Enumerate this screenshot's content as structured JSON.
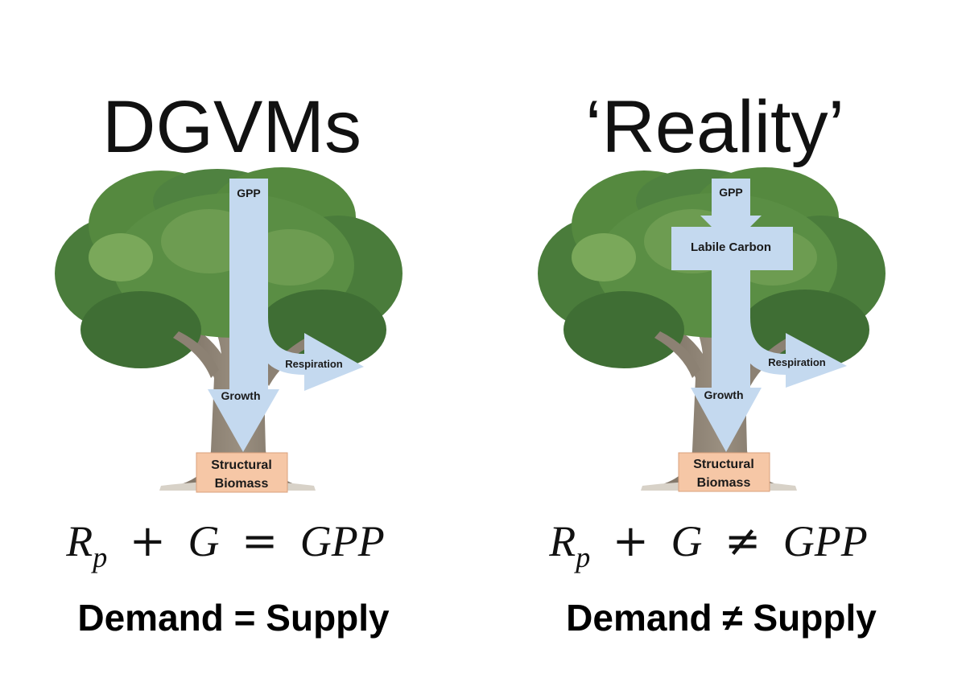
{
  "left_panel": {
    "title": "DGVMs",
    "flows": {
      "gpp": "GPP",
      "respiration": "Respiration",
      "growth": "Growth",
      "biomass_line1": "Structural",
      "biomass_line2": "Biomass"
    },
    "equation": {
      "r": "R",
      "r_sub": "p",
      "plus": "+",
      "g": "G",
      "relation": "=",
      "gpp": "GPP"
    },
    "balance_text": "Demand = Supply"
  },
  "right_panel": {
    "title": "‘Reality’",
    "flows": {
      "gpp": "GPP",
      "labile": "Labile Carbon",
      "respiration": "Respiration",
      "growth": "Growth",
      "biomass_line1": "Structural",
      "biomass_line2": "Biomass"
    },
    "equation": {
      "r": "R",
      "r_sub": "p",
      "plus": "+",
      "g": "G",
      "relation": "≠",
      "gpp": "GPP"
    },
    "balance_text": "Demand ≠ Supply"
  },
  "colors": {
    "foliage_dark": "#3f6e34",
    "foliage_mid": "#55893f",
    "foliage_light": "#7aa85a",
    "trunk": "#8c8173",
    "trunk_shadow": "#6f665b",
    "arrow_fill": "#c4d9ef",
    "biomass_box": "#f6c7a6",
    "biomass_border": "#d9a07c",
    "text": "#111111"
  }
}
